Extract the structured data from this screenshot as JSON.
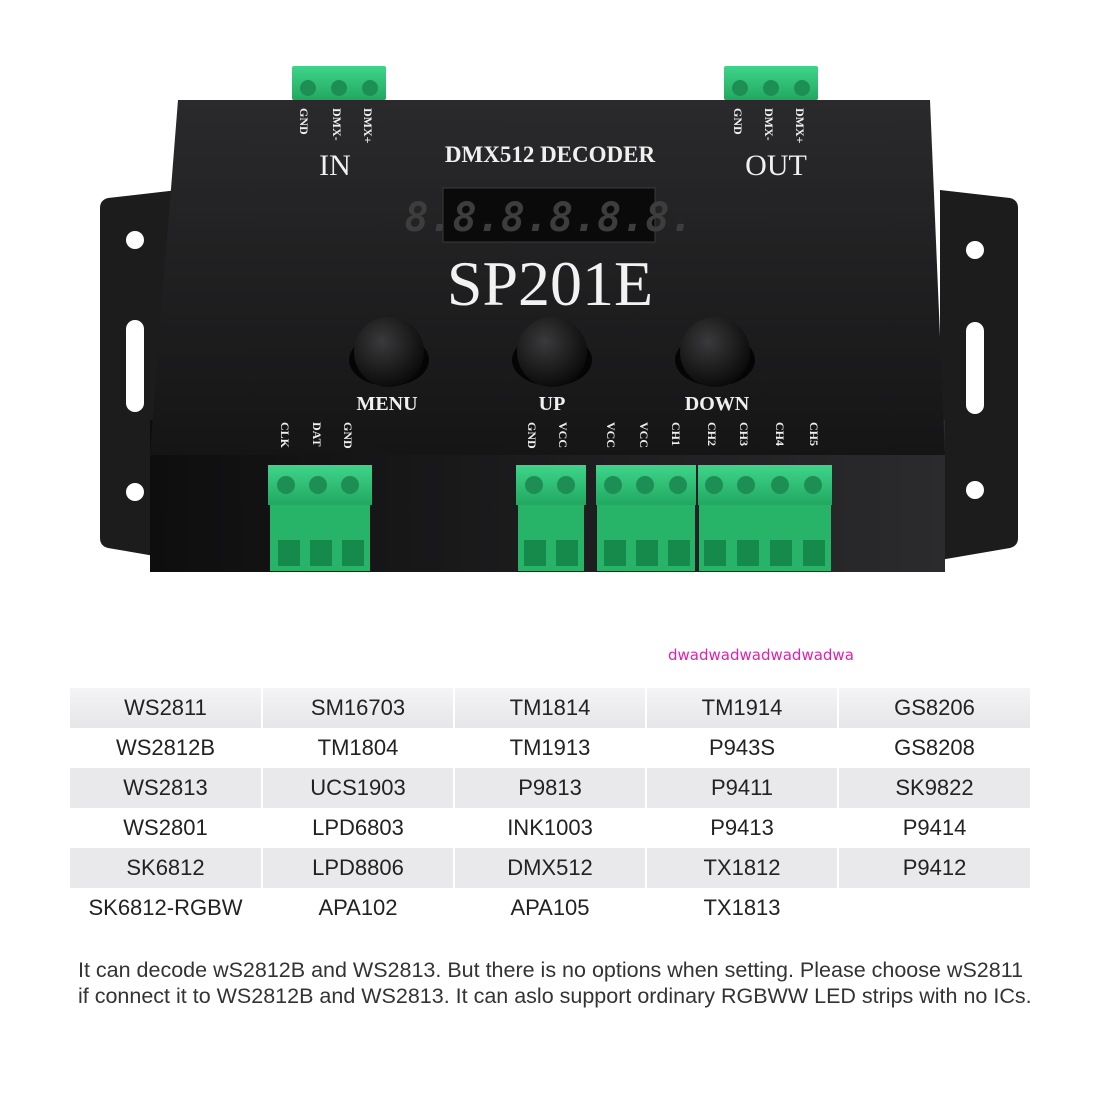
{
  "device": {
    "subtitle": "DMX512 DECODER",
    "model": "SP201E",
    "display_digits": "8.8.8.8.8.8.",
    "in_label": "IN",
    "out_label": "OUT",
    "in_pins": [
      "GND",
      "DMX-",
      "DMX+"
    ],
    "out_pins": [
      "GND",
      "DMX-",
      "DMX+"
    ],
    "buttons": [
      "MENU",
      "UP",
      "DOWN"
    ],
    "spi_pins": [
      "CLK",
      "DAT",
      "GND"
    ],
    "power_pins": [
      "GND",
      "VCC"
    ],
    "vcc_pins": [
      "VCC",
      "VCC",
      "CH1"
    ],
    "ch_pins": [
      "CH2",
      "CH3",
      "CH4",
      "CH5"
    ],
    "colors": {
      "body": "#1d1d1f",
      "terminal": "#2fbf73",
      "bracket": "#1a1a1a",
      "display_off": "#3a3a3a"
    }
  },
  "watermark": "dwadwadwadwadwadwa",
  "ic_table": [
    [
      "WS2811",
      "SM16703",
      "TM1814",
      "TM1914",
      "GS8206"
    ],
    [
      "WS2812B",
      "TM1804",
      "TM1913",
      "P943S",
      "GS8208"
    ],
    [
      "WS2813",
      "UCS1903",
      "P9813",
      "P9411",
      "SK9822"
    ],
    [
      "WS2801",
      "LPD6803",
      "INK1003",
      "P9413",
      "P9414"
    ],
    [
      "SK6812",
      "LPD8806",
      "DMX512",
      "TX1812",
      "P9412"
    ],
    [
      "SK6812-RGBW",
      "APA102",
      "APA105",
      "TX1813",
      ""
    ]
  ],
  "note": "It can decode wS2812B and WS2813. But there is no options when setting. Please choose wS2811 if connect it to WS2812B and WS2813. It can aslo support ordinary RGBWW LED strips with no ICs."
}
